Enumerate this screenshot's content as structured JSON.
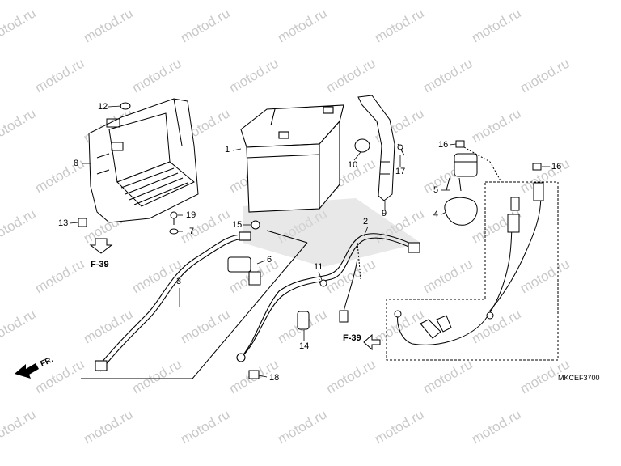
{
  "watermark": "motod.ru",
  "diagram_code": "MKCEF3700",
  "front_label": "FR.",
  "refs": {
    "f39_left": "F-39",
    "f39_right": "F-39"
  },
  "callouts": [
    {
      "id": "c1",
      "text": "1"
    },
    {
      "id": "c2",
      "text": "2"
    },
    {
      "id": "c3",
      "text": "3"
    },
    {
      "id": "c4",
      "text": "4"
    },
    {
      "id": "c5",
      "text": "5"
    },
    {
      "id": "c6",
      "text": "6"
    },
    {
      "id": "c7",
      "text": "7"
    },
    {
      "id": "c8",
      "text": "8"
    },
    {
      "id": "c9",
      "text": "9"
    },
    {
      "id": "c10",
      "text": "10"
    },
    {
      "id": "c11",
      "text": "11"
    },
    {
      "id": "c12",
      "text": "12"
    },
    {
      "id": "c13",
      "text": "13"
    },
    {
      "id": "c14",
      "text": "14"
    },
    {
      "id": "c15",
      "text": "15"
    },
    {
      "id": "c16a",
      "text": "16"
    },
    {
      "id": "c16b",
      "text": "16"
    },
    {
      "id": "c17",
      "text": "17"
    },
    {
      "id": "c18",
      "text": "18"
    },
    {
      "id": "c19",
      "text": "19"
    }
  ]
}
